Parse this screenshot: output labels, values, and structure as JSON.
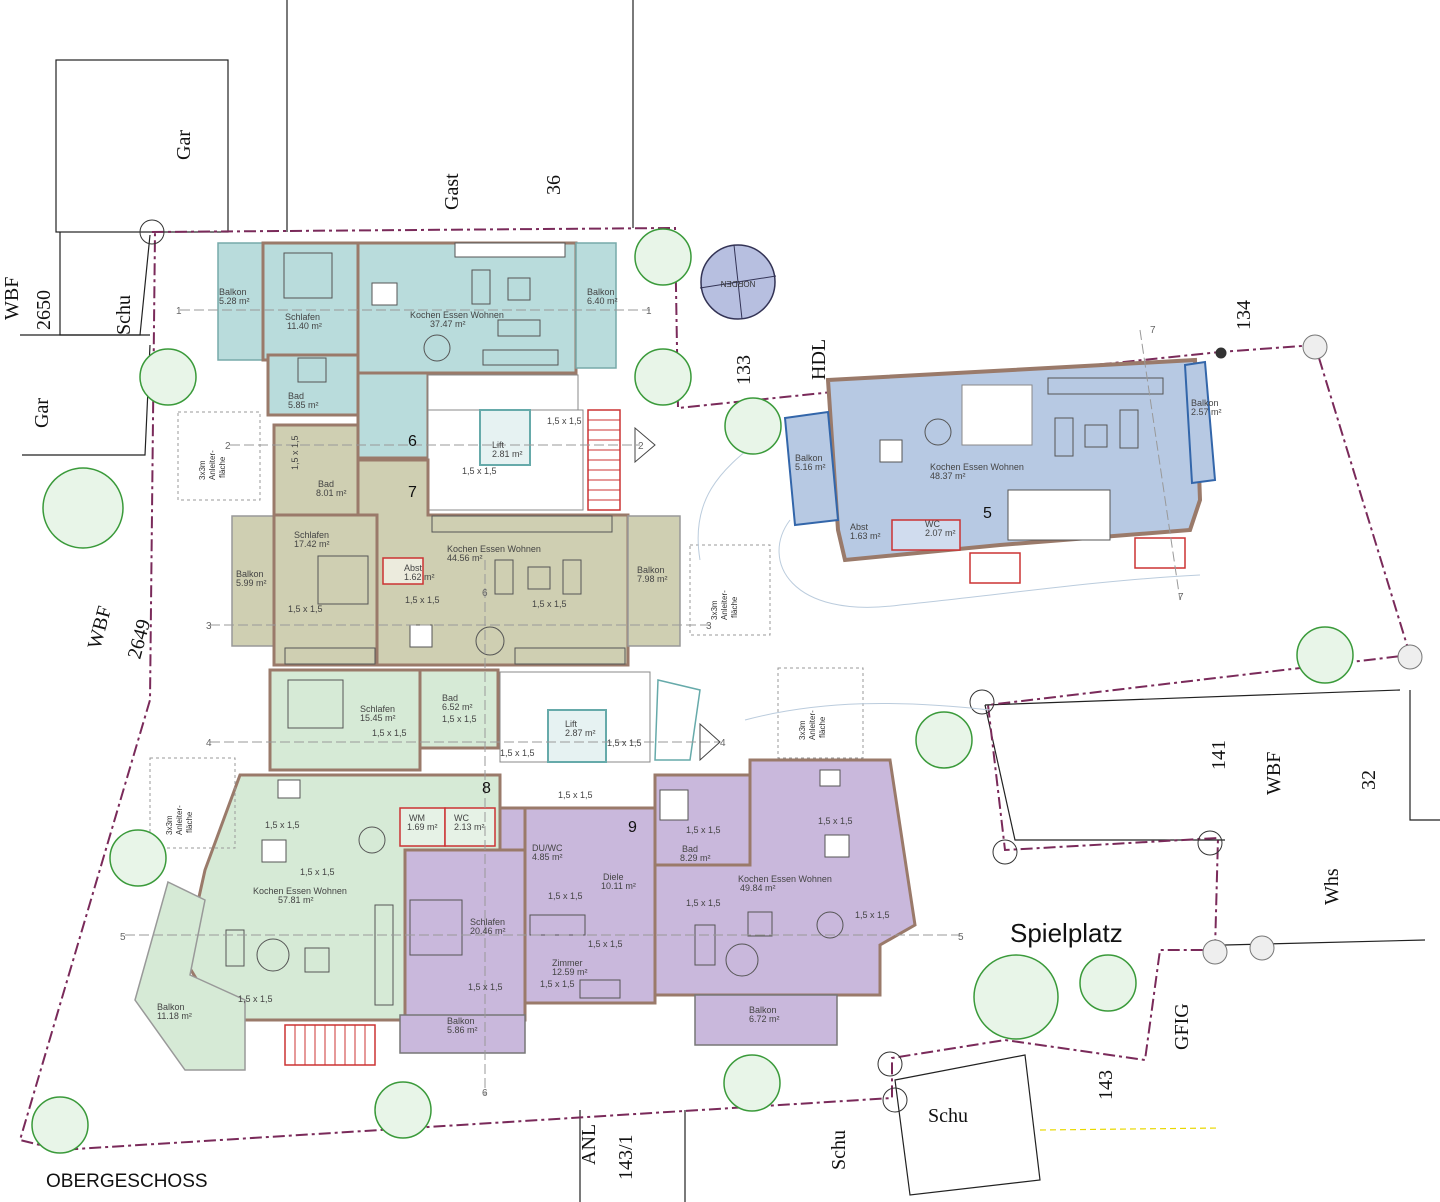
{
  "title": "OBERGESCHOSS",
  "north_label": "NORDEN",
  "playground": "Spielplatz",
  "stair_labels": [
    "1",
    "2",
    "3",
    "4",
    "5",
    "6",
    "7"
  ],
  "unit_numbers": [
    "5",
    "6",
    "7",
    "8",
    "9"
  ],
  "parcel_labels": {
    "gar_top": "Gar",
    "gast": "Gast",
    "n36": "36",
    "wbf_left": "WBF",
    "n2650": "2650",
    "schu_left": "Schu",
    "gar_left": "Gar",
    "n133": "133",
    "hdl": "HDL",
    "n134": "134",
    "wbf_mid": "WBF",
    "n2649": "2649",
    "n141": "141",
    "wbf_right": "WBF",
    "n32": "32",
    "whs": "Whs",
    "gfig": "GFIG",
    "n143": "143",
    "schu_bottom_right": "Schu",
    "schu_bottom": "Schu",
    "anl": "ANL",
    "n143_1": "143/1"
  },
  "rooms": {
    "u6_balkon_l": [
      "Balkon",
      "5.28 m²"
    ],
    "u6_schlafen": [
      "Schlafen",
      "11.40 m²"
    ],
    "u6_kochen": [
      "Kochen Essen Wohnen",
      "37.47 m²"
    ],
    "u6_balkon_r": [
      "Balkon",
      "6.40 m²"
    ],
    "u6_bad": [
      "Bad",
      "5.85 m²"
    ],
    "u7_bad": [
      "Bad",
      "8.01 m²"
    ],
    "u7_schlafen": [
      "Schlafen",
      "17.42 m²"
    ],
    "u7_kochen": [
      "Kochen Essen Wohnen",
      "44.56 m²"
    ],
    "u7_abst": [
      "Abst",
      "1.62 m²"
    ],
    "u7_balkon_l": [
      "Balkon",
      "5.99 m²"
    ],
    "u7_balkon_r": [
      "Balkon",
      "7.98 m²"
    ],
    "lift_1": [
      "Lift",
      "2.81 m²"
    ],
    "lift_2": [
      "Lift",
      "2.87 m²"
    ],
    "u8_schlafen": [
      "Schlafen",
      "15.45 m²"
    ],
    "u8_bad": [
      "Bad",
      "6.52 m²"
    ],
    "u8_kochen": [
      "Kochen Essen Wohnen",
      "57.81 m²"
    ],
    "u8_wm": [
      "WM",
      "1.69 m²"
    ],
    "u8_wc": [
      "WC",
      "2.13 m²"
    ],
    "u8_balkon": [
      "Balkon",
      "11.18 m²"
    ],
    "u9_duwc": [
      "DU/WC",
      "4.85 m²"
    ],
    "u9_diele": [
      "Diele",
      "10.11 m²"
    ],
    "u9_bad": [
      "Bad",
      "8.29 m²"
    ],
    "u9_kochen": [
      "Kochen Essen Wohnen",
      "49.84 m²"
    ],
    "u9_schlafen": [
      "Schlafen",
      "20.46 m²"
    ],
    "u9_zimmer": [
      "Zimmer",
      "12.59 m²"
    ],
    "u9_balkon_l": [
      "Balkon",
      "5.86 m²"
    ],
    "u9_balkon_r": [
      "Balkon",
      "6.72 m²"
    ],
    "u5_balkon_l": [
      "Balkon",
      "5.16 m²"
    ],
    "u5_kochen": [
      "Kochen Essen Wohnen",
      "48.37 m²"
    ],
    "u5_balkon_r": [
      "Balkon",
      "2.57 m²"
    ],
    "u5_abst": [
      "Abst",
      "1.63 m²"
    ],
    "u5_wc": [
      "WC",
      "2.07 m²"
    ]
  },
  "clearance": "1,5 x 1,5",
  "ladder_area": [
    "3x3m",
    "Anleiter-",
    "fläche"
  ],
  "colors": {
    "unit6": "#b9dcdc",
    "unit7": "#cfcfb2",
    "unit8": "#d6ead6",
    "unit9": "#c9b8dc",
    "unit5": "#b7c9e3",
    "wall": "#9a7a6a",
    "boundary": "#7a2a5a",
    "tree": "#3a9a3a"
  }
}
